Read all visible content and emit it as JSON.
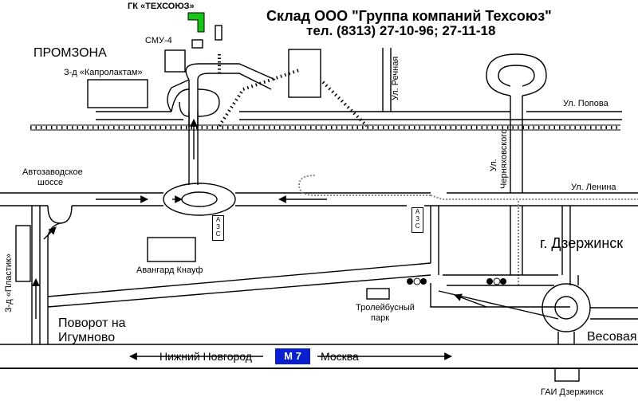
{
  "header": {
    "title": "Склад ООО \"Группа компаний Техсоюз\"",
    "phone": "тел. (8313) 27-10-96; 27-11-18"
  },
  "places": {
    "company": "ГК «ТЕХСОЮЗ»",
    "smu": "СМУ-4",
    "promzona": "ПРОМЗОНА",
    "kaprolaktam": "З-д «Капролактам»",
    "avtozavodskoe": "Автозаводское",
    "shosse": "шоссе",
    "plastik": "З-д «Пластик»",
    "avangard": "Авангард Кнауф",
    "trolley1": "Тролейбусный",
    "trolley2": "парк",
    "city": "г. Дзержинск",
    "vesovaya": "Весовая",
    "gai": "ГАИ Дзержинск",
    "turn1": "Поворот на",
    "turn2": "Игумново"
  },
  "streets": {
    "rechnaya": "Ул. Речная",
    "popova": "Ул. Попова",
    "chernyakh1": "Ул.",
    "chernyakh2": "Черняховского",
    "lenina": "Ул. Ленина"
  },
  "highway": {
    "left": "Нижний Новгород",
    "badge": "М 7",
    "right": "Москва"
  },
  "azs": [
    "А",
    "З",
    "С"
  ]
}
